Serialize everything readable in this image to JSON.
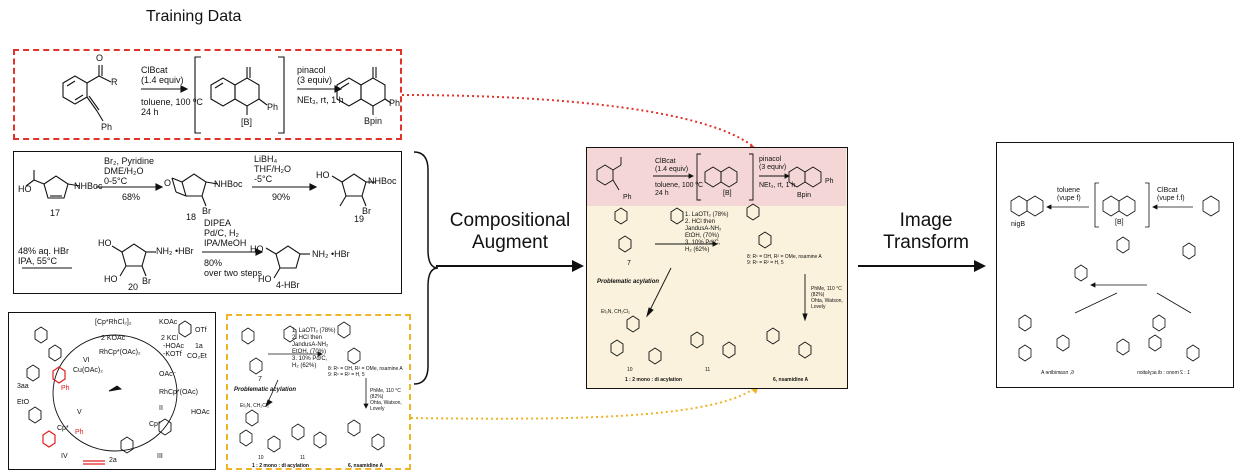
{
  "header": {
    "training_data": "Training Data"
  },
  "steps": {
    "compositional": "Compositional\nAugment",
    "image": "Image\nTransform"
  },
  "reaction1": {
    "ester_r": "R",
    "o": "O",
    "ph": "Ph",
    "reagent": "ClBcat\n(1.4 equiv)",
    "conditions": "toluene, 100 ºC\n24 h",
    "intermediate_b": "[B]",
    "pinacol": "pinacol\n(3 equiv)",
    "pinacol_cond": "NEt₃, rt, 1 h",
    "product_ph": "Ph",
    "product_bpin": "Bpin"
  },
  "reaction2": {
    "step1_reagent": "Br₂, Pyridine\nDME/H₂O\n0-5°C",
    "step1_yield": "68%",
    "step2_reagent": "LiBH₄\nTHF/H₂O\n-5°C",
    "step2_yield": "90%",
    "nhboc": "NHBoc",
    "br": "Br",
    "ho": "HO",
    "o": "O",
    "c17": "17",
    "c18": "18",
    "c19": "19",
    "step3_reagent": "48% aq. HBr\nIPA, 55°C",
    "nh2hbr": "NH₂ •HBr",
    "c20": "20",
    "step4_reagent": "DIPEA\nPd/C, H₂\nIPA/MeOH",
    "step4_yield": "80%\nover two steps",
    "c4hbr": "4-HBr"
  },
  "reaction3": {
    "labels": [
      "[Cp*RhCl₂]₂",
      "2 KOAc",
      "2 KCl",
      "KOAc",
      "-HOAc",
      "-KOTf",
      "Cu(OAc)₂",
      "RhCp*(OAc)₂",
      "OAc⁻",
      "RhCp*(OAc)",
      "HOAc",
      "Cp*",
      "EtO",
      "Ph",
      "Ph",
      "Cp*",
      "2a",
      "3aa",
      "VI",
      "V",
      "IV",
      "III",
      "II",
      "1a",
      "OTf",
      "CO₂Et"
    ]
  },
  "panel_labels": {
    "problematic": "Problematic acylation",
    "ratio": "1 : 2 mono : di acylation",
    "product": "6, nsamidine A",
    "cond_a": "1. LaOTf₃ (78%)\n2. HCl then\nJandusA-NH₂\nEtOH, (70%)\n3. 10% Pd/C,\nH₂ (62%)",
    "cond_b": "PhMe, 110 °C\n(82%)\nOhta, Watson,\nLovely",
    "r_group": "8: R¹ = OH, R² = OMe, nsamine A\n9: R¹ = R² = H, 5",
    "c7": "7",
    "c10": "10",
    "c11": "11",
    "et3n": "Et₃N, CH₂Cl₂"
  },
  "transformed": {
    "top_left": "nigB",
    "top_mid": "[B]",
    "top_text": "toluene\n(vupe f)",
    "top_text2": "ClBcat\n(vupe f.f)",
    "bottom": "1 : 2 mono : di acylation",
    "bottom2": "6, nsamidine A"
  },
  "colors": {
    "red_dash": "#e0332a",
    "orange_dash": "#f0b429",
    "pink_band": "#f4d6d6",
    "cream": "#faf2dc",
    "red_chem": "#e02020"
  }
}
